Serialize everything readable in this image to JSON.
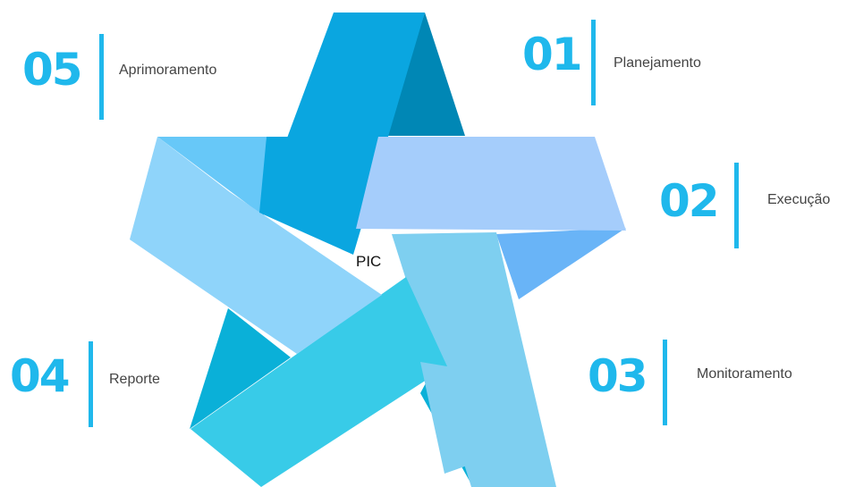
{
  "center": {
    "label": "PIC"
  },
  "steps": [
    {
      "number": "01",
      "label": "Planejamento"
    },
    {
      "number": "02",
      "label": "Execução"
    },
    {
      "number": "03",
      "label": "Monitoramento"
    },
    {
      "number": "04",
      "label": "Reporte"
    },
    {
      "number": "05",
      "label": "Aprimoramento"
    }
  ],
  "colors": {
    "accent": "#1fb8ec",
    "ribbon_top": "#0aa6e0",
    "ribbon_top_shadow": "#0087b5",
    "ribbon_right": "#a5cdfb",
    "ribbon_right_shadow": "#69b4f7",
    "ribbon_lower_right": "#7ecff0",
    "ribbon_lower_left": "#38cbe8",
    "ribbon_lower_left_shadow": "#0ab0d8",
    "ribbon_left": "#8fd4fa",
    "ribbon_left_shadow": "#67c8f8"
  }
}
